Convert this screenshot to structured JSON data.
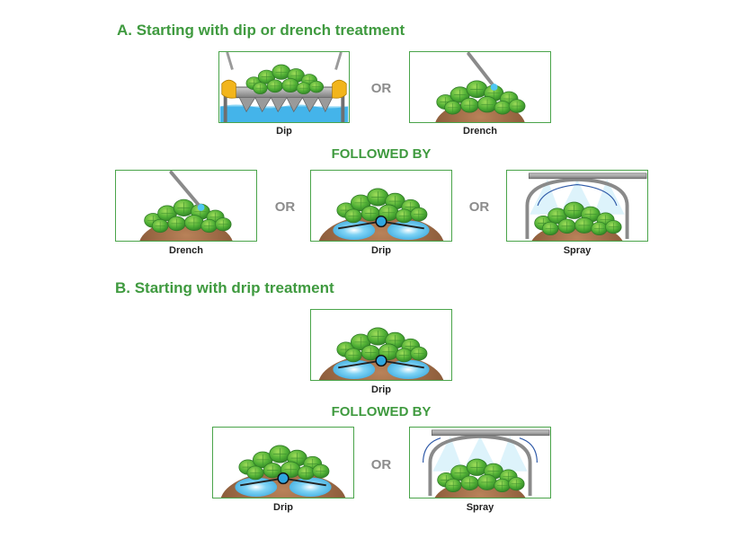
{
  "section_a": {
    "heading": "A. Starting with dip or drench treatment",
    "start_options": {
      "dip": "Dip",
      "or": "OR",
      "drench": "Drench"
    },
    "followed_by": "FOLLOWED BY",
    "follow_options": {
      "drench": "Drench",
      "or_1": "OR",
      "drip": "Drip",
      "or_2": "OR",
      "spray": "Spray"
    }
  },
  "section_b": {
    "heading": "B. Starting with drip treatment",
    "start_options": {
      "drip": "Drip"
    },
    "followed_by": "FOLLOWED BY",
    "follow_options": {
      "drip": "Drip",
      "or": "OR",
      "spray": "Spray"
    }
  },
  "colors": {
    "heading_green": "#3f9a3f",
    "panel_border": "#4aa44a",
    "or_gray": "#8c8c8c",
    "leaf_green": "#5cb83a",
    "soil_brown": "#9c6a45",
    "water_blue": "#3fb6e8",
    "glove_yellow": "#f2b51c"
  },
  "icons": [
    "dip-tray-icon",
    "drench-wand-icon",
    "drip-emitter-icon",
    "spray-boom-icon",
    "strawberry-plant-icon"
  ]
}
